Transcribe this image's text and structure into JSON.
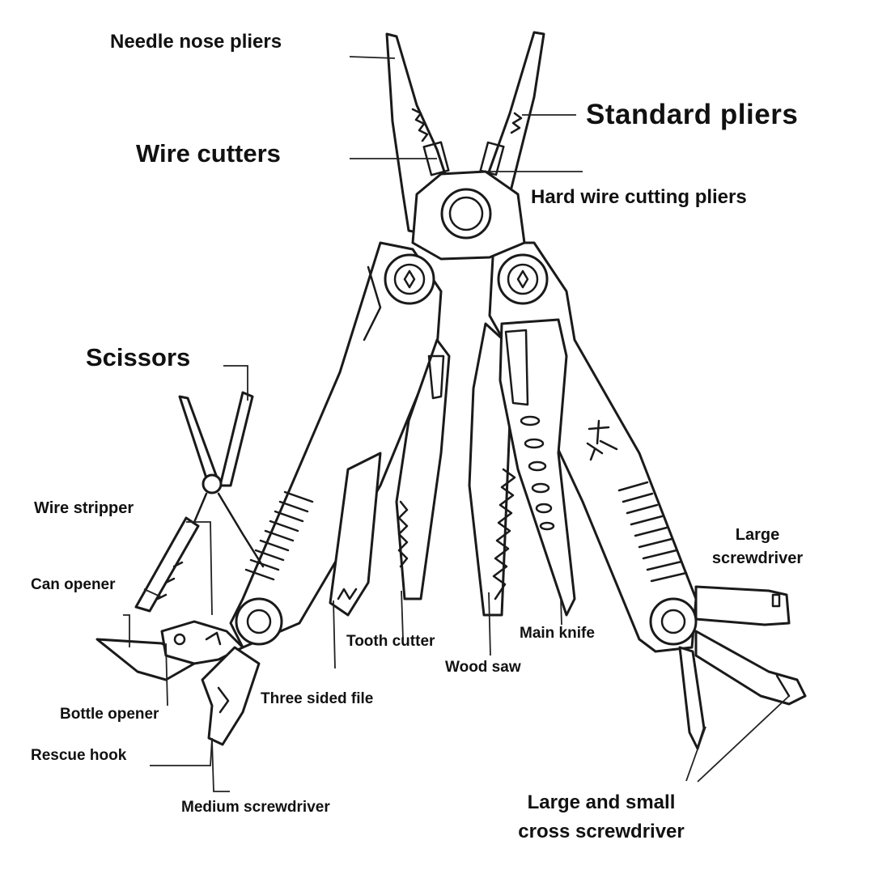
{
  "diagram": {
    "labels": {
      "needle_nose_pliers": "Needle nose pliers",
      "standard_pliers": "Standard pliers",
      "wire_cutters": "Wire cutters",
      "hard_wire_cutting_pliers": "Hard wire cutting pliers",
      "scissors": "Scissors",
      "wire_stripper": "Wire stripper",
      "can_opener": "Can opener",
      "bottle_opener": "Bottle opener",
      "rescue_hook": "Rescue hook",
      "medium_screwdriver": "Medium screwdriver",
      "three_sided_file": "Three sided file",
      "tooth_cutter": "Tooth cutter",
      "wood_saw": "Wood saw",
      "main_knife": "Main knife",
      "large_screwdriver_line1": "Large",
      "large_screwdriver_line2": "screwdriver",
      "cross_screwdriver_line1": "Large and small",
      "cross_screwdriver_line2": "cross screwdriver"
    }
  }
}
